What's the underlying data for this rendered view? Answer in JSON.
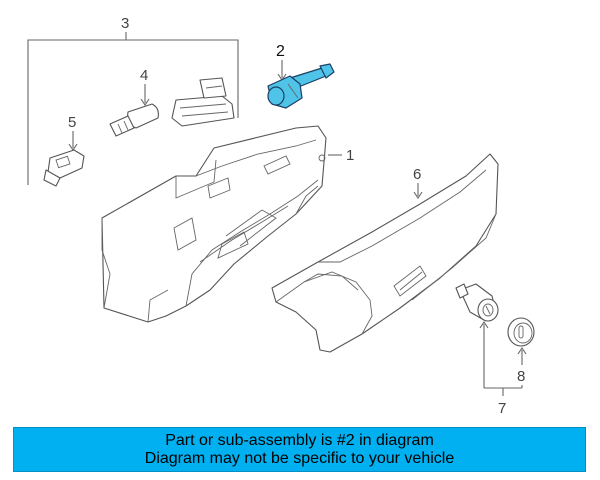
{
  "diagram": {
    "callouts": {
      "c1": "1",
      "c2": "2",
      "c3": "3",
      "c4": "4",
      "c5": "5",
      "c6": "6",
      "c7": "7",
      "c8": "8"
    },
    "highlighted_part": "2",
    "colors": {
      "highlight": "#4fc3e8",
      "banner": "#00b0f0",
      "line": "#666666"
    }
  },
  "banner": {
    "line1": "Part or sub-assembly is #2 in diagram",
    "line2": "Diagram may not be specific to your vehicle"
  }
}
